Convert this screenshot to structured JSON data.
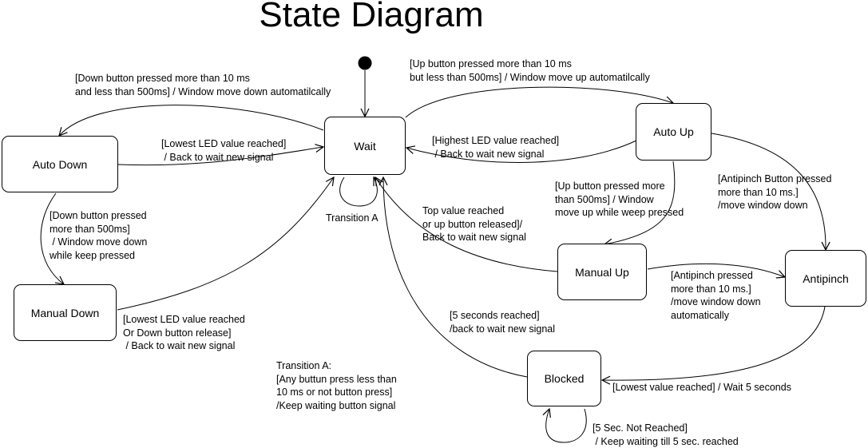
{
  "title": "State Diagram",
  "states": {
    "wait": "Wait",
    "auto_down": "Auto Down",
    "manual_down": "Manual Down",
    "auto_up": "Auto Up",
    "manual_up": "Manual Up",
    "antipinch": "Antipinch",
    "blocked": "Blocked"
  },
  "transitions": {
    "wait_to_auto_down": "[Down button pressed more than 10 ms\nand less than 500ms] / Window move down automatilcally",
    "wait_to_auto_up": "[Up button pressed more than 10 ms\nbut less than 500ms] / Window move up automatilcally",
    "auto_down_to_wait": "[Lowest LED value reached]\n / Back to wait new signal",
    "auto_up_to_wait": "[Highest LED value reached]\n / Back to wait new signal",
    "transition_a_self": "Transition A",
    "auto_down_to_manual_down": "[Down button pressed\nmore than 500ms]\n / Window move down\nwhile keep pressed",
    "auto_up_to_manual_up": "[Up button pressed more\nthan 500ms] / Window\nmove up while weep pressed",
    "manual_up_to_wait": "Top value reached\nor up button released]/\nBack to wait new signal",
    "auto_up_to_antipinch": "[Antipinch Button pressed\nmore than 10 ms.]\n/move window down",
    "manual_down_to_wait": "[Lowest LED value reached\nOr Down button release]\n / Back to wait new signal",
    "manual_up_to_antipinch": "[Antipinch pressed\nmore than 10 ms.]\n/move window down\nautomatically",
    "blocked_to_wait": "[5 seconds reached]\n/back to wait new signal",
    "transition_a_def": "Transition A:\n[Any buttun press less than\n10 ms or not button press]\n/Keep waiting button signal",
    "antipinch_to_blocked": "[Lowest value reached] / Wait 5 seconds",
    "blocked_self": "[5 Sec. Not Reached]\n / Keep waiting till 5 sec. reached"
  }
}
